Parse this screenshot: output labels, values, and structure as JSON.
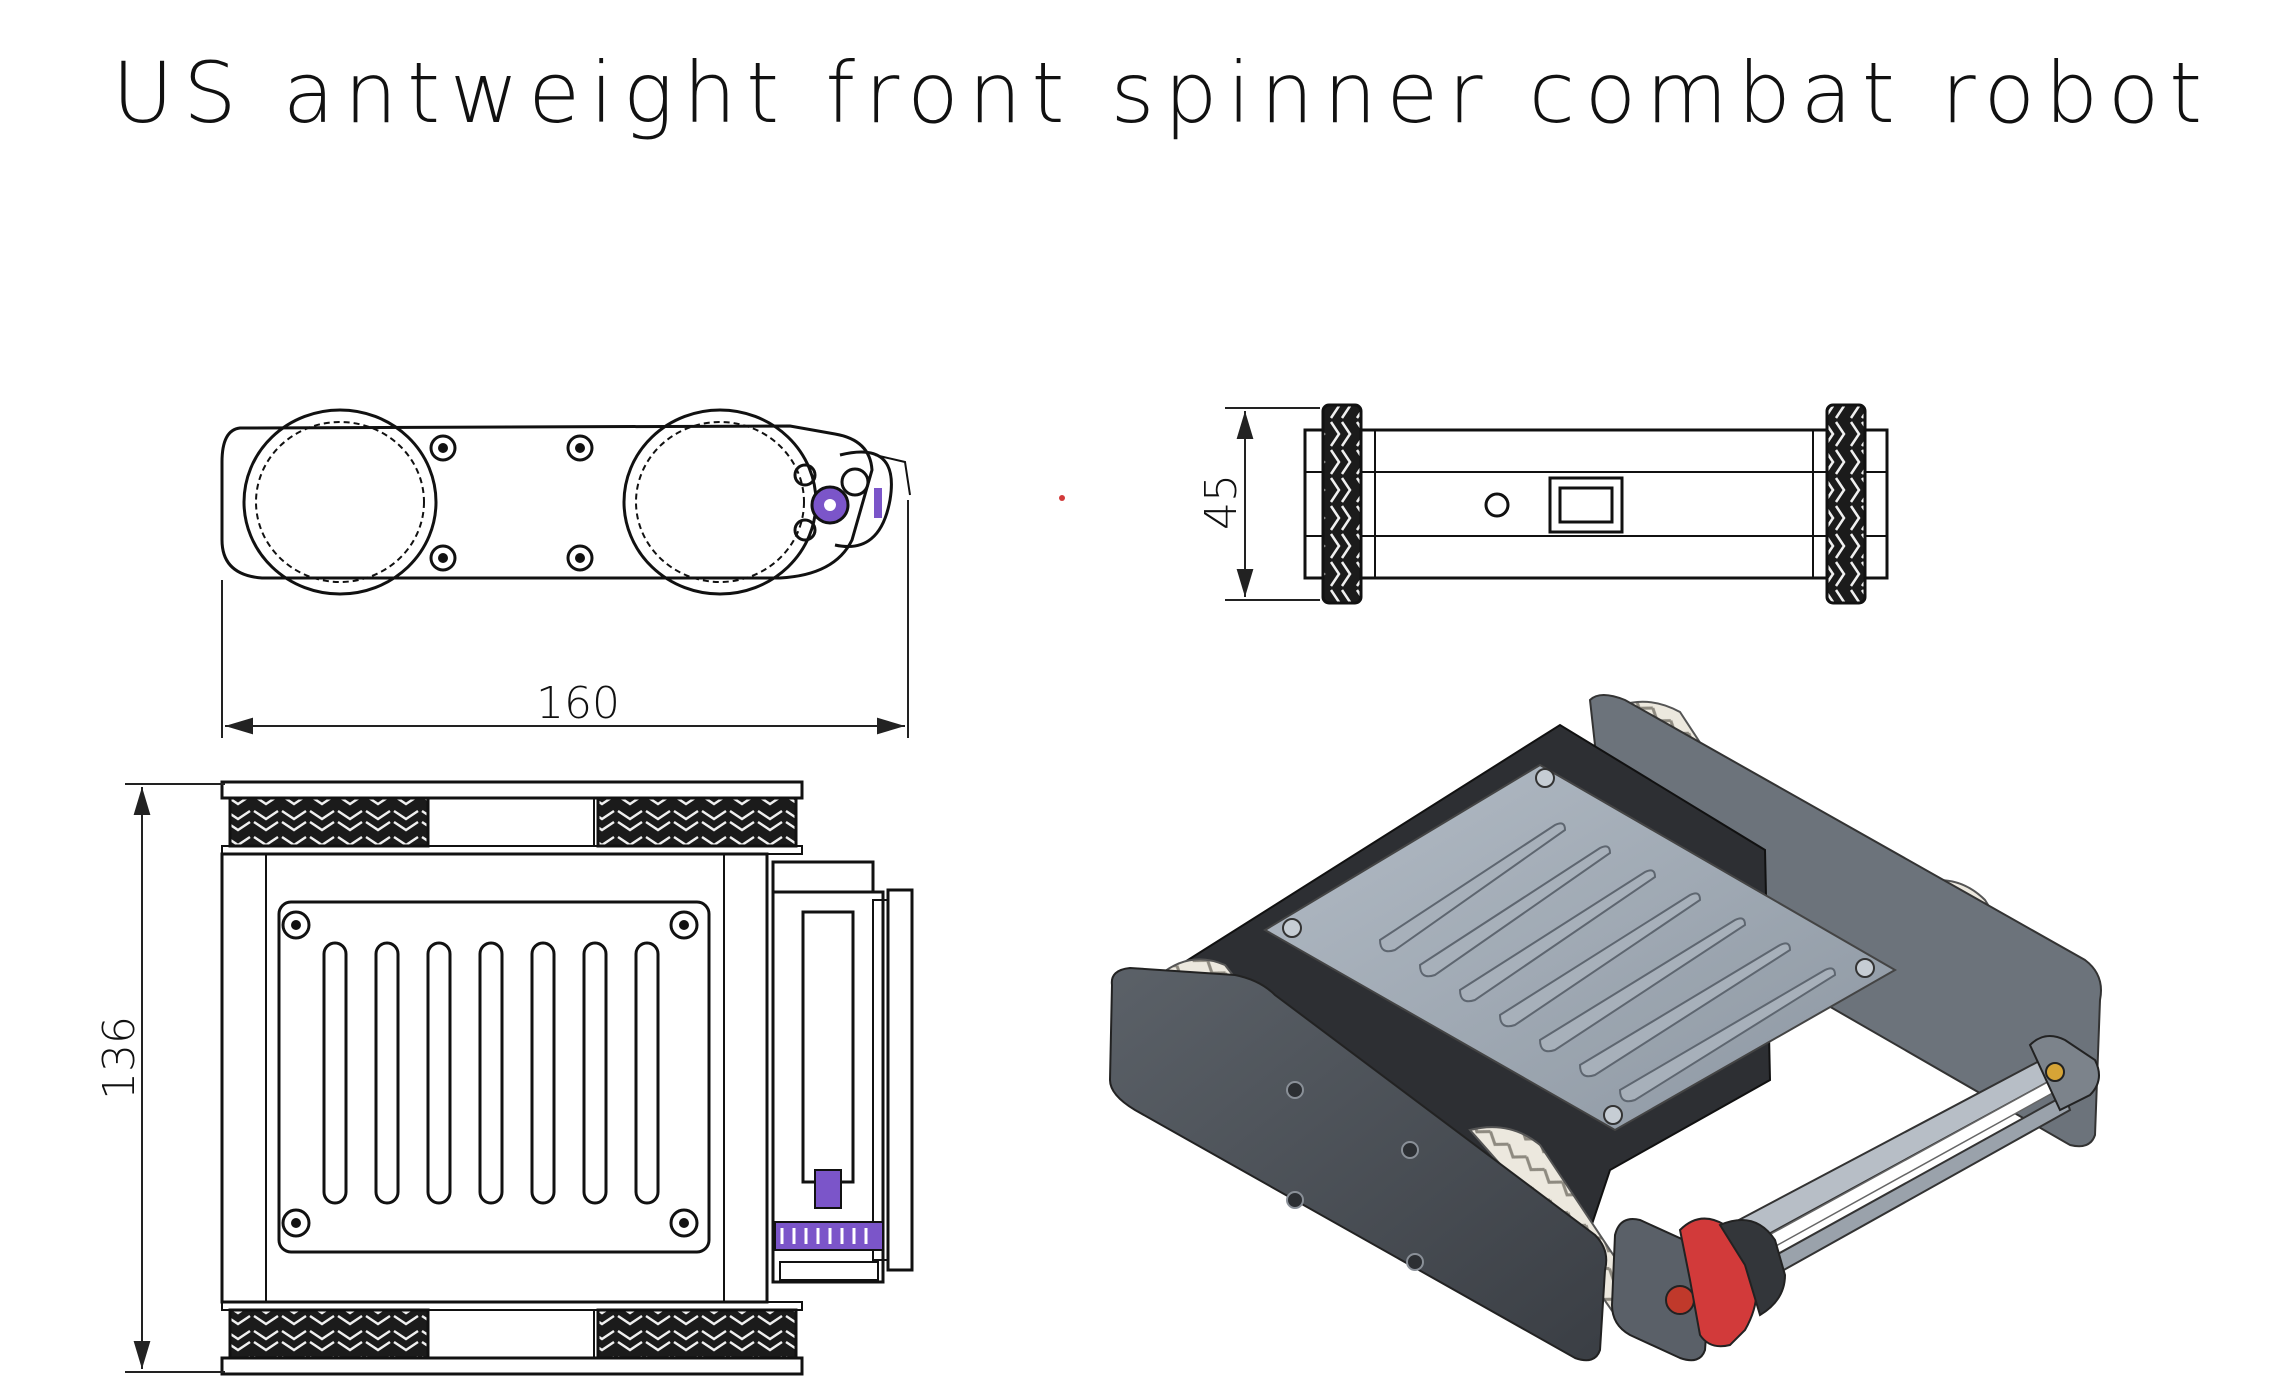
{
  "title": "US antweight front spinner combat robot",
  "dimensions": {
    "top_view_length": "160",
    "front_view_height": "45",
    "plan_view_width": "136"
  },
  "colors": {
    "line": "#111111",
    "accent_purple": "#7b55c9",
    "accent_red": "#d23a3a",
    "body_dark": "#2d2f33",
    "plate_gray": "#9aa3ad",
    "side_plate": "#4d5258",
    "tread": "#e9e6df"
  }
}
